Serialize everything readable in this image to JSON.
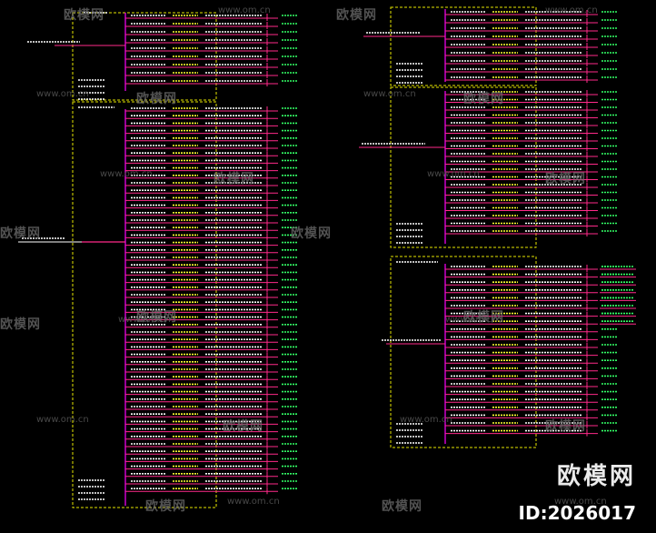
{
  "watermark": {
    "brand": "欧模网",
    "id_label": "ID:2026017",
    "url": "www.om.cn"
  },
  "colors": {
    "background": "#000000",
    "busbar": "#ff00ff",
    "feeder": "#ff2a8a",
    "text_yellow": "#ffff33",
    "text_green": "#33ff66",
    "text_white": "#ffffff",
    "frame": "#e6e600",
    "incoming": "#ffffff"
  }
}
